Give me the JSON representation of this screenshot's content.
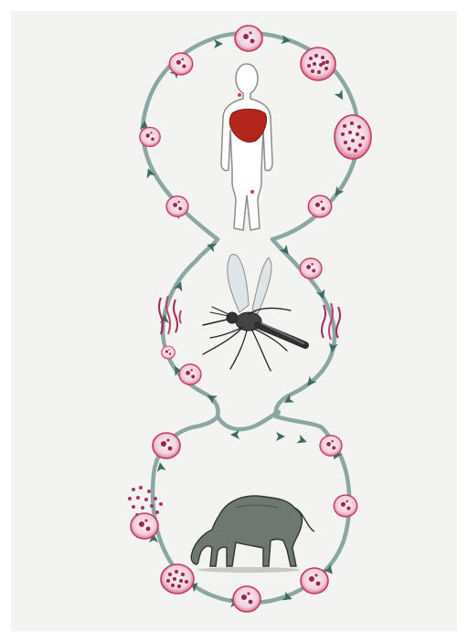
{
  "diagram": {
    "stages": [
      {
        "host": "human",
        "icon": "human-figure-icon"
      },
      {
        "host": "mosquito",
        "icon": "mosquito-icon"
      },
      {
        "host": "dog",
        "icon": "dog-icon"
      }
    ],
    "colors": {
      "paper": "#f3f3f1",
      "path": "#8aa7a4",
      "arrow": "#3f6a60",
      "cell_fill": "#f6e3ea",
      "cell_edge": "#c43a63",
      "parasite": "#9b2457",
      "liver": "#b3261e",
      "figure_outline": "#8c8c8c"
    }
  }
}
